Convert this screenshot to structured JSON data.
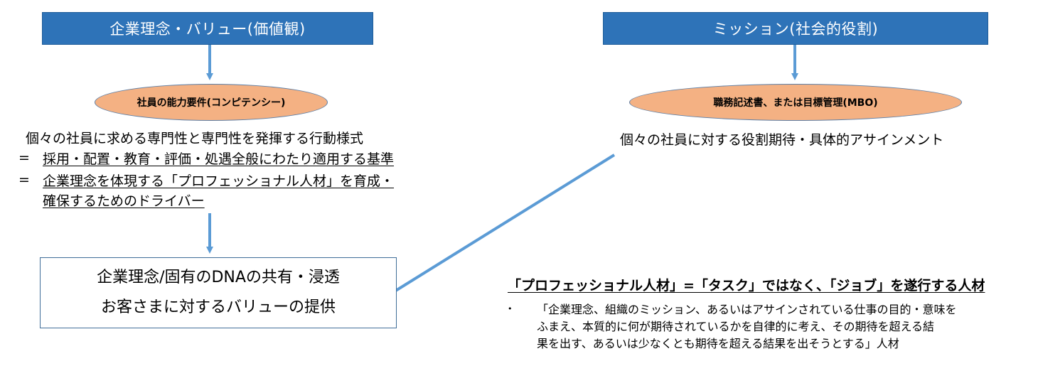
{
  "left": {
    "header": "企業理念・バリュー(価値観)",
    "ellipse": "社員の能力要件(コンピテンシー)",
    "line1": "個々の社員に求める専門性と専門性を発揮する行動様式",
    "eq_sign": "=",
    "line2": "採用・配置・教育・評価・処遇全般にわたり適用する基準",
    "line3": "企業理念を体現する「プロフェッショナル人材」を育成・",
    "line4": "確保するためのドライバー"
  },
  "right": {
    "header": "ミッション(社会的役割)",
    "ellipse": "職務記述書、または目標管理(MBO)",
    "line1": "個々の社員に対する役割期待・具体的アサインメント"
  },
  "result": {
    "line1": "企業理念/固有のDNAの共有・浸透",
    "line2": "お客さまに対するバリューの提供"
  },
  "definition": {
    "title": "「プロフェッショナル人材」=「タスク」ではなく、「ジョブ」を遂行する人材",
    "bullet": "•",
    "line1": "「企業理念、組織のミッション、あるいはアサインされている仕事の目的・意味を",
    "line2": "ふまえ、本質的に何が期待されているかを自律的に考え、その期待を超える結",
    "line3": "果を出す、あるいは少なくとも期待を超える結果を出そうとする」人材"
  },
  "colors": {
    "header_fill": "#2e73b8",
    "ellipse_fill": "#f4b183",
    "arrow": "#5b9bd5"
  }
}
